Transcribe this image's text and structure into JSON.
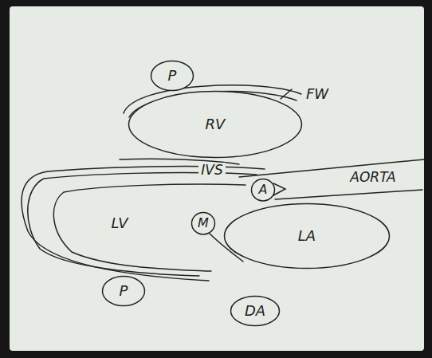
{
  "diagram": {
    "nodes": [
      {
        "text": [
          "P"
        ]
      },
      {
        "text": [
          "RV"
        ]
      },
      {
        "text": [
          "A"
        ]
      },
      {
        "text": [
          "M"
        ]
      },
      {
        "text": [
          "LA"
        ]
      },
      {
        "text": [
          "P"
        ]
      },
      {
        "text": [
          "DA"
        ]
      }
    ],
    "labels": [
      "FW",
      "IVS",
      "AORTA",
      "LV"
    ]
  }
}
